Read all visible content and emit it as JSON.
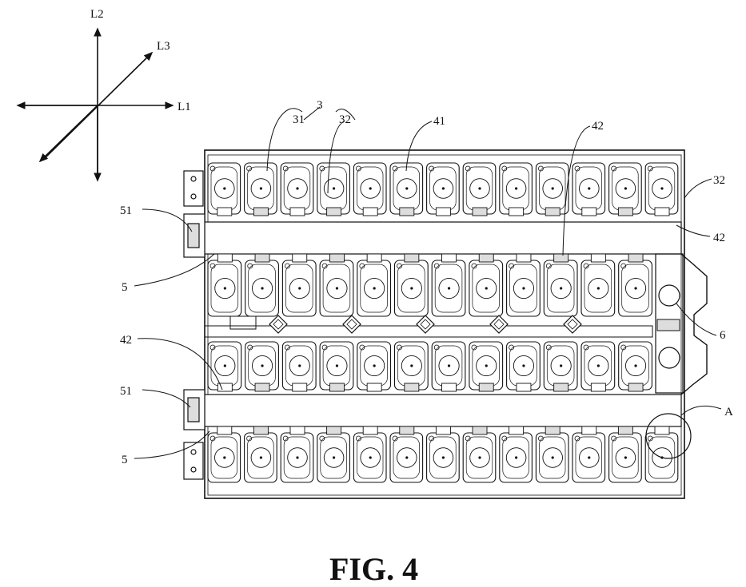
{
  "figure": {
    "caption": "FIG. 4",
    "axes": {
      "l1": "L1",
      "l2": "L2",
      "l3": "L3"
    },
    "reference_labels": {
      "module": "3",
      "cell_31": "31",
      "cell_32_top": "32",
      "part_41": "41",
      "part_42_top": "42",
      "cell_32_right": "32",
      "part_42_right": "42",
      "connector_51_upper": "51",
      "plate_5_upper": "5",
      "part_42_left": "42",
      "connector_51_lower": "51",
      "plate_5_lower": "5",
      "part_6": "6",
      "detail_a": "A"
    }
  },
  "colors": {
    "ink": "#111111",
    "paper": "#ffffff",
    "shade": "#dddddd"
  }
}
